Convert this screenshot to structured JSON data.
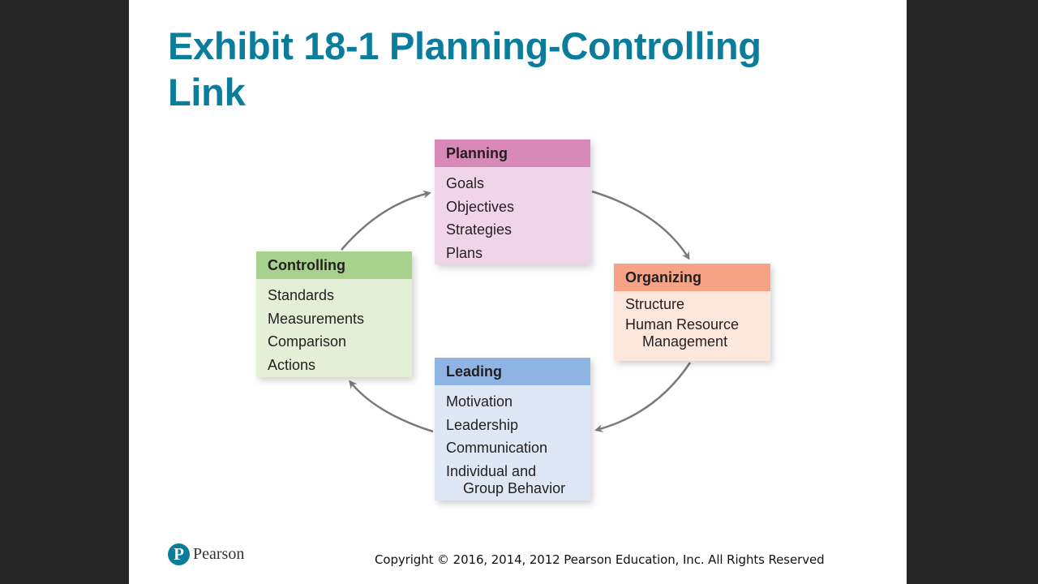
{
  "slide": {
    "title_line1": "Exhibit 18-1 Planning-Controlling",
    "title_line2": "Link"
  },
  "diagram": {
    "planning": {
      "header": "Planning",
      "header_color": "#d889b8",
      "body_color": "#f0d5e8",
      "items": [
        "Goals",
        "Objectives",
        "Strategies",
        "Plans"
      ]
    },
    "organizing": {
      "header": "Organizing",
      "header_color": "#f5a285",
      "body_color": "#fde6dc",
      "items": [
        "Structure"
      ],
      "wrapped_item": {
        "line1": "Human Resource",
        "line2": "Management"
      }
    },
    "leading": {
      "header": "Leading",
      "header_color": "#8fb4e3",
      "body_color": "#dde7f6",
      "items": [
        "Motivation",
        "Leadership",
        "Communication"
      ],
      "wrapped_item": {
        "line1": "Individual and",
        "line2": "Group Behavior"
      }
    },
    "controlling": {
      "header": "Controlling",
      "header_color": "#a9d18e",
      "body_color": "#e3f0d7",
      "items": [
        "Standards",
        "Measurements",
        "Comparison",
        "Actions"
      ]
    },
    "arrow_color": "#7a7a7a",
    "flow": [
      "Planning",
      "Organizing",
      "Leading",
      "Controlling",
      "Planning"
    ]
  },
  "footer": {
    "logo_mark": "P",
    "logo_text": "Pearson",
    "copyright": "Copyright © 2016, 2014, 2012 Pearson Education, Inc. All Rights Reserved"
  }
}
